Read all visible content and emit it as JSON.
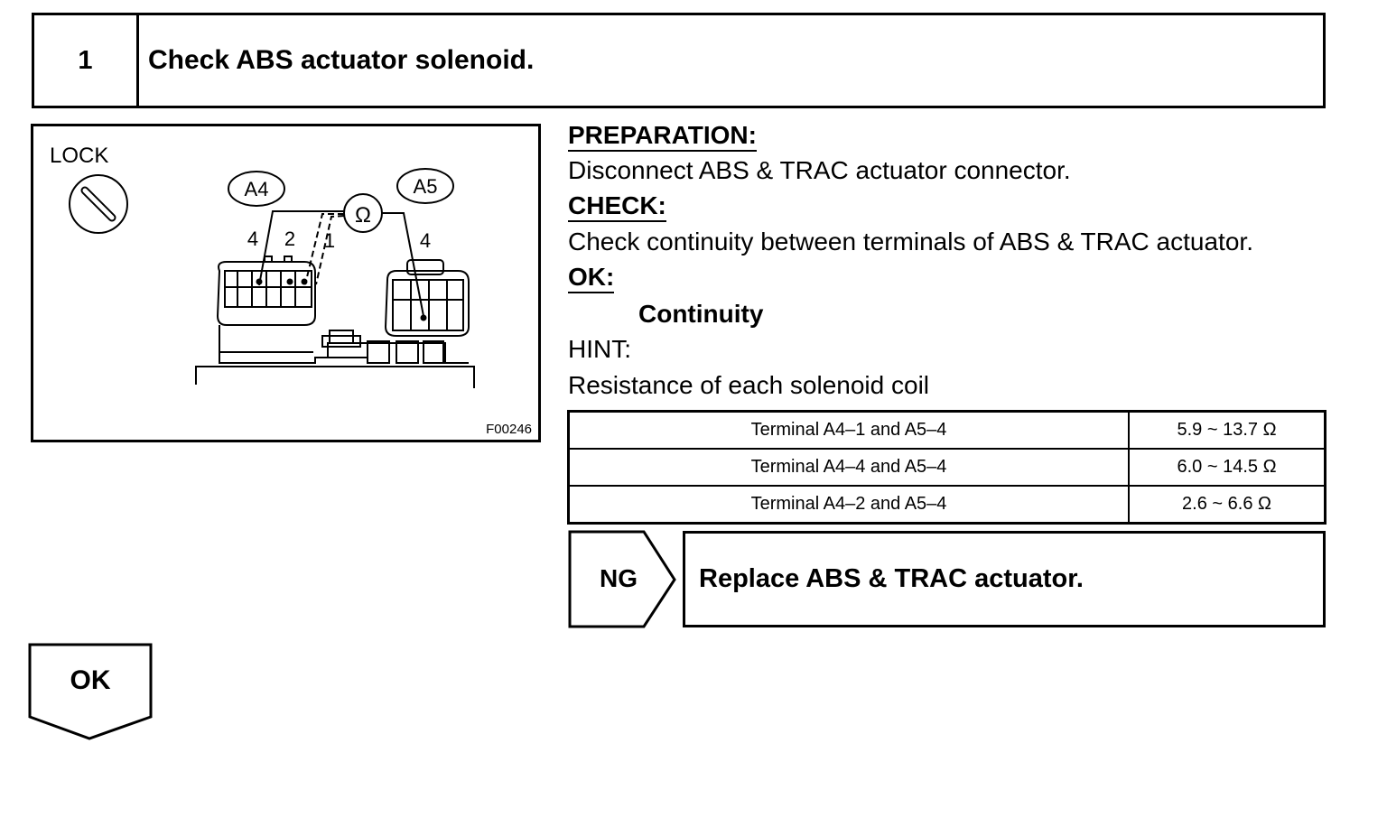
{
  "step": {
    "number": "1",
    "title": "Check ABS actuator solenoid."
  },
  "figure": {
    "lock_label": "LOCK",
    "connector_left": "A4",
    "connector_right": "A5",
    "ohm_symbol": "Ω",
    "pin_labels_left": [
      "4",
      "2",
      "1"
    ],
    "pin_label_right": "4",
    "figure_code": "F00246"
  },
  "text": {
    "preparation_heading": "PREPARATION:",
    "preparation_body": "Disconnect ABS & TRAC actuator connector.",
    "check_heading": "CHECK:",
    "check_body": "Check continuity between terminals of ABS & TRAC actuator.",
    "ok_heading": "OK:",
    "ok_body": "Continuity",
    "hint_heading": "HINT:",
    "hint_body": "Resistance of each solenoid coil"
  },
  "table": {
    "rows": [
      {
        "terminal": "Terminal A4–1 and A5–4",
        "value": "5.9 ~ 13.7 Ω"
      },
      {
        "terminal": "Terminal A4–4 and A5–4",
        "value": "6.0 ~ 14.5 Ω"
      },
      {
        "terminal": "Terminal A4–2 and A5–4",
        "value": "2.6 ~ 6.6 Ω"
      }
    ]
  },
  "branches": {
    "ng_label": "NG",
    "ng_action": "Replace ABS & TRAC actuator.",
    "ok_label": "OK"
  }
}
